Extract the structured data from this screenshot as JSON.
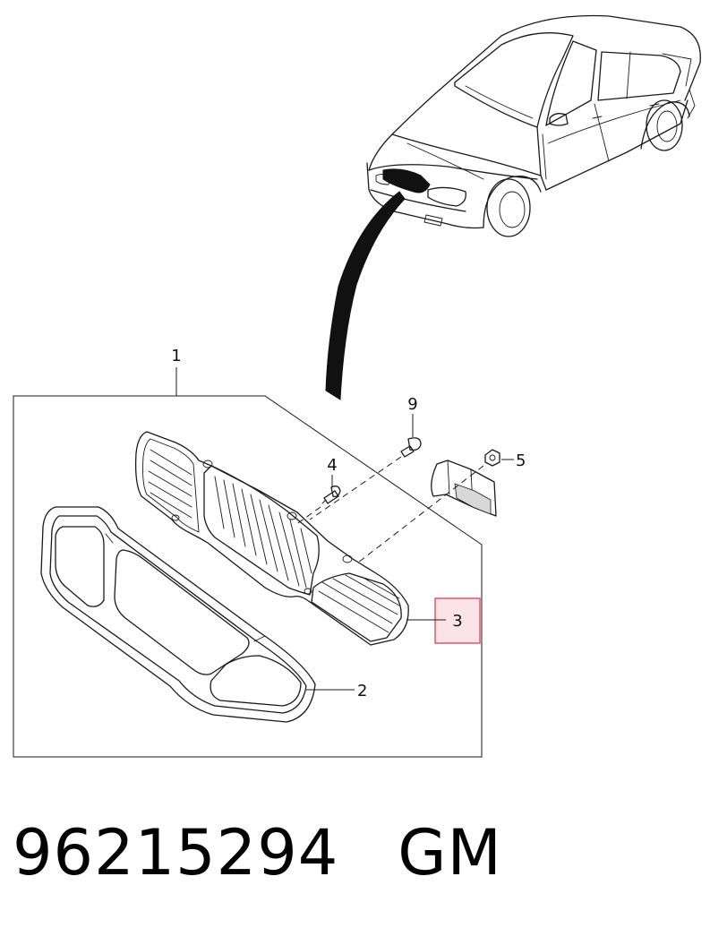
{
  "callouts": {
    "assembly": "1",
    "outer_frame": "2",
    "grille_insert": "3",
    "screw": "4",
    "nut": "5",
    "bolt": "9"
  },
  "highlight": {
    "target": "3",
    "border_color": "#e0576b",
    "fill_color": "#fbe3e7"
  },
  "part_number": "96215294",
  "brand": "GM"
}
